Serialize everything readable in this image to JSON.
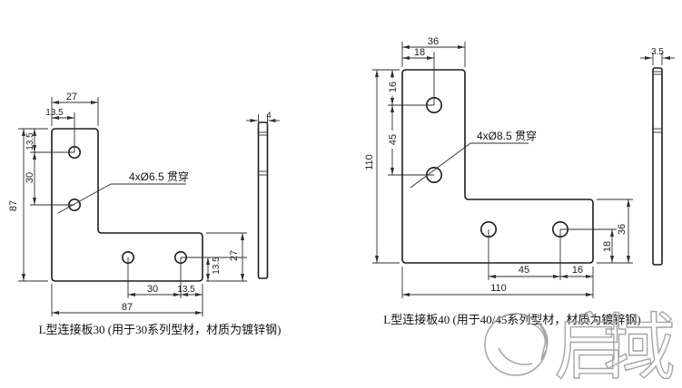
{
  "drawings": {
    "left": {
      "caption": "L型连接板30 (用于30系列型材，材质为镀锌钢)",
      "hole_note": "4xØ6.5 贯穿",
      "thickness": "4",
      "dims": {
        "top_width": "27",
        "top_hole_offset": "13.5",
        "height": "87",
        "hole_top": "13.5",
        "hole_pitch_vertical": "30",
        "arm_width": "27",
        "hole_to_bottom": "13.5",
        "hole_pitch_horizontal": "30",
        "hole_to_edge": "13.5",
        "bottom_width": "87"
      }
    },
    "right": {
      "caption": "L型连接板40 (用于40/45系列型材，材质为镀锌钢)",
      "hole_note": "4xØ8.5 贯穿",
      "thickness": "3.5",
      "dims": {
        "top_width": "36",
        "top_hole_offset": "18",
        "height": "110",
        "hole_top": "16",
        "hole_pitch_vertical": "45",
        "arm_width": "36",
        "hole_to_bottom": "18",
        "hole_pitch_horizontal": "45",
        "hole_to_edge": "16",
        "bottom_width": "110"
      }
    }
  },
  "watermark": {
    "brand": "启域"
  },
  "colors": {
    "line": "#1d1d1d",
    "dim_text": "#222222",
    "watermark": "#9c9c9c",
    "background": "#ffffff"
  }
}
